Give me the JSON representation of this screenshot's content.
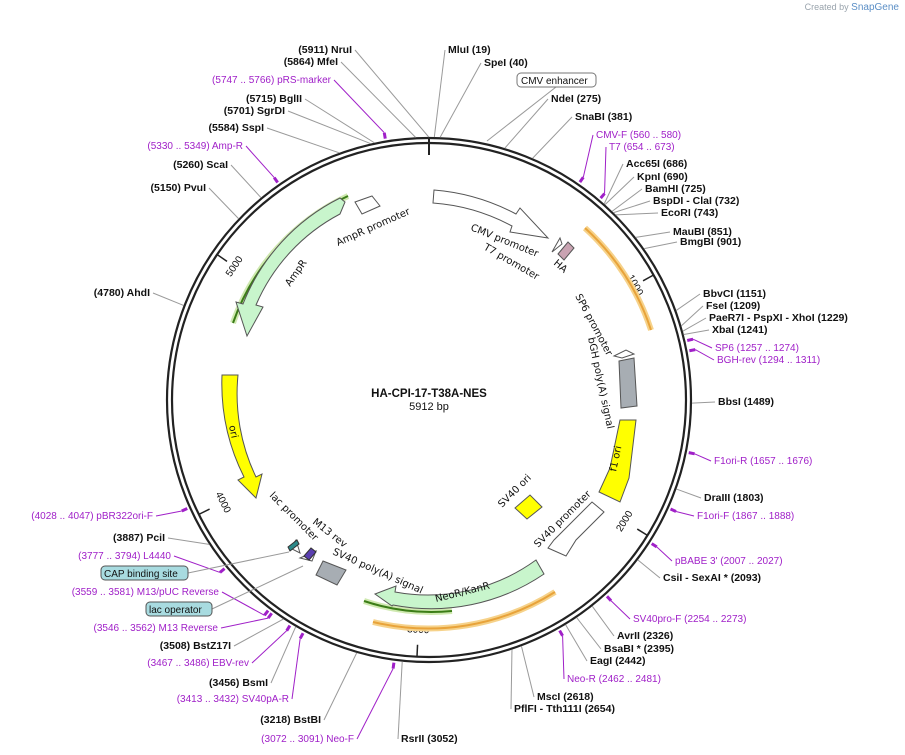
{
  "credit": {
    "created_by": "Created by",
    "brand": "SnapGene"
  },
  "plasmid": {
    "name": "HA-CPI-17-T38A-NES",
    "size": "5912 bp",
    "length": 5912
  },
  "ticks": [
    1000,
    2000,
    3000,
    4000,
    5000
  ],
  "enzymes": [
    {
      "name": "NruI",
      "pos": 5911,
      "label": "(5911)  NruI"
    },
    {
      "name": "MfeI",
      "pos": 5864,
      "label": "(5864)  MfeI"
    },
    {
      "name": "MluI",
      "pos": 19,
      "label": "MluI  (19)"
    },
    {
      "name": "SpeI",
      "pos": 40,
      "label": "SpeI  (40)"
    },
    {
      "name": "NdeI",
      "pos": 275,
      "label": "NdeI  (275)"
    },
    {
      "name": "SnaBI",
      "pos": 381,
      "label": "SnaBI  (381)"
    },
    {
      "name": "Acc65I",
      "pos": 686,
      "label": "Acc65I  (686)"
    },
    {
      "name": "KpnI",
      "pos": 690,
      "label": "KpnI  (690)"
    },
    {
      "name": "BamHI",
      "pos": 725,
      "label": "BamHI  (725)"
    },
    {
      "name": "BspDI - ClaI",
      "pos": 732,
      "label": "BspDI  - ClaI  (732)"
    },
    {
      "name": "EcoRI",
      "pos": 743,
      "label": "EcoRI  (743)"
    },
    {
      "name": "MauBI",
      "pos": 851,
      "label": "MauBI  (851)"
    },
    {
      "name": "BmgBI",
      "pos": 901,
      "label": "BmgBI  (901)"
    },
    {
      "name": "BbvCI",
      "pos": 1151,
      "label": "BbvCI  (1151)"
    },
    {
      "name": "FseI",
      "pos": 1209,
      "label": "FseI  (1209)"
    },
    {
      "name": "PaeR7I - PspXI - XhoI",
      "pos": 1229,
      "label": "PaeR7I  - PspXI  - XhoI  (1229)"
    },
    {
      "name": "XbaI",
      "pos": 1241,
      "label": "XbaI  (1241)"
    },
    {
      "name": "BbsI",
      "pos": 1489,
      "label": "BbsI  (1489)"
    },
    {
      "name": "DraIII",
      "pos": 1803,
      "label": "DraIII  (1803)"
    },
    {
      "name": "CsiI - SexAI *",
      "pos": 2093,
      "label": "CsiI  - SexAI *  (2093)"
    },
    {
      "name": "AvrII",
      "pos": 2326,
      "label": "AvrII  (2326)"
    },
    {
      "name": "BsaBI *",
      "pos": 2395,
      "label": "BsaBI *  (2395)"
    },
    {
      "name": "EagI",
      "pos": 2442,
      "label": "EagI  (2442)"
    },
    {
      "name": "MscI",
      "pos": 2618,
      "label": "MscI  (2618)"
    },
    {
      "name": "PflFI - Tth111I",
      "pos": 2654,
      "label": "PflFI  - Tth111I  (2654)"
    },
    {
      "name": "RsrII",
      "pos": 3052,
      "label": "RsrII  (3052)"
    },
    {
      "name": "BstBI",
      "pos": 3218,
      "label": "(3218)  BstBI"
    },
    {
      "name": "BsmI",
      "pos": 3456,
      "label": "(3456)  BsmI"
    },
    {
      "name": "BstZ17I",
      "pos": 3508,
      "label": "(3508)  BstZ17I"
    },
    {
      "name": "PciI",
      "pos": 3887,
      "label": "(3887)  PciI"
    },
    {
      "name": "AhdI",
      "pos": 4780,
      "label": "(4780)  AhdI"
    },
    {
      "name": "PvuI",
      "pos": 5150,
      "label": "(5150)  PvuI"
    },
    {
      "name": "ScaI",
      "pos": 5260,
      "label": "(5260)  ScaI"
    },
    {
      "name": "SspI",
      "pos": 5584,
      "label": "(5584)  SspI"
    },
    {
      "name": "SgrDI",
      "pos": 5701,
      "label": "(5701)  SgrDI"
    },
    {
      "name": "BglII",
      "pos": 5715,
      "label": "(5715)  BglII"
    }
  ],
  "primers": [
    {
      "label": "(5747 .. 5766)  pRS-marker",
      "pos": 5756
    },
    {
      "label": "(5330 .. 5349)  Amp-R",
      "pos": 5340
    },
    {
      "label": "CMV-F   (560 .. 580)",
      "pos": 570
    },
    {
      "label": "T7   (654 .. 673)",
      "pos": 663
    },
    {
      "label": "SP6   (1257 .. 1274)",
      "pos": 1265
    },
    {
      "label": "BGH-rev   (1294 .. 1311)",
      "pos": 1302
    },
    {
      "label": "F1ori-R   (1657 .. 1676)",
      "pos": 1666
    },
    {
      "label": "F1ori-F   (1867 .. 1888)",
      "pos": 1877
    },
    {
      "label": "pBABE 3'   (2007 .. 2027)",
      "pos": 2017
    },
    {
      "label": "SV40pro-F   (2254 .. 2273)",
      "pos": 2263
    },
    {
      "label": "Neo-R   (2462 .. 2481)",
      "pos": 2471
    },
    {
      "label": "(3072 .. 3091)  Neo-F",
      "pos": 3081
    },
    {
      "label": "(3413 .. 3432)  SV40pA-R",
      "pos": 3422
    },
    {
      "label": "(3467 .. 3486)  EBV-rev",
      "pos": 3476
    },
    {
      "label": "(3546 .. 3562)  M13 Reverse",
      "pos": 3554
    },
    {
      "label": "(3559 .. 3581)  M13/pUC Reverse",
      "pos": 3570
    },
    {
      "label": "(3777 .. 3794)  L4440",
      "pos": 3785
    },
    {
      "label": "(4028 .. 4047)  pBR322ori-F",
      "pos": 4037
    }
  ],
  "boxed": [
    {
      "label": "CMV enhancer"
    },
    {
      "label": "CAP binding site"
    },
    {
      "label": "lac operator"
    }
  ],
  "features": [
    {
      "name": "CMV promoter",
      "label": "CMV promoter",
      "color": "#ffffff"
    },
    {
      "name": "T7 promoter",
      "label": "T7 promoter",
      "color": "#ffffff"
    },
    {
      "name": "HA",
      "label": "HA",
      "color": "#c9a3b2"
    },
    {
      "name": "SP6 promoter",
      "label": "SP6 promoter",
      "color": "#ffffff"
    },
    {
      "name": "bGH poly(A) signal",
      "label": "bGH poly(A) signal",
      "color": "#a7adb3"
    },
    {
      "name": "f1 ori",
      "label": "f1 ori",
      "color": "#ffff00"
    },
    {
      "name": "SV40 promoter",
      "label": "SV40 promoter",
      "color": "#ffffff"
    },
    {
      "name": "SV40 ori",
      "label": "SV40 ori",
      "color": "#ffff00"
    },
    {
      "name": "NeoR/KanR",
      "label": "NeoR/KanR",
      "color": "#c8f5cc"
    },
    {
      "name": "SV40 poly(A) signal",
      "label": "SV40 poly(A) signal",
      "color": "#a7adb3"
    },
    {
      "name": "M13 rev",
      "label": "M13 rev",
      "color": "#ffffff"
    },
    {
      "name": "lac promoter",
      "label": "lac promoter",
      "color": "#ffffff"
    },
    {
      "name": "ori",
      "label": "ori",
      "color": "#ffff00"
    },
    {
      "name": "AmpR",
      "label": "AmpR",
      "color": "#c8f5cc"
    },
    {
      "name": "AmpR promoter",
      "label": "AmpR promoter",
      "color": "#ffffff"
    }
  ],
  "colors": {
    "primer": "#a020c8",
    "orf": "#e8a33a",
    "orf_green": "#3b7d17",
    "backbone": "#222222"
  }
}
